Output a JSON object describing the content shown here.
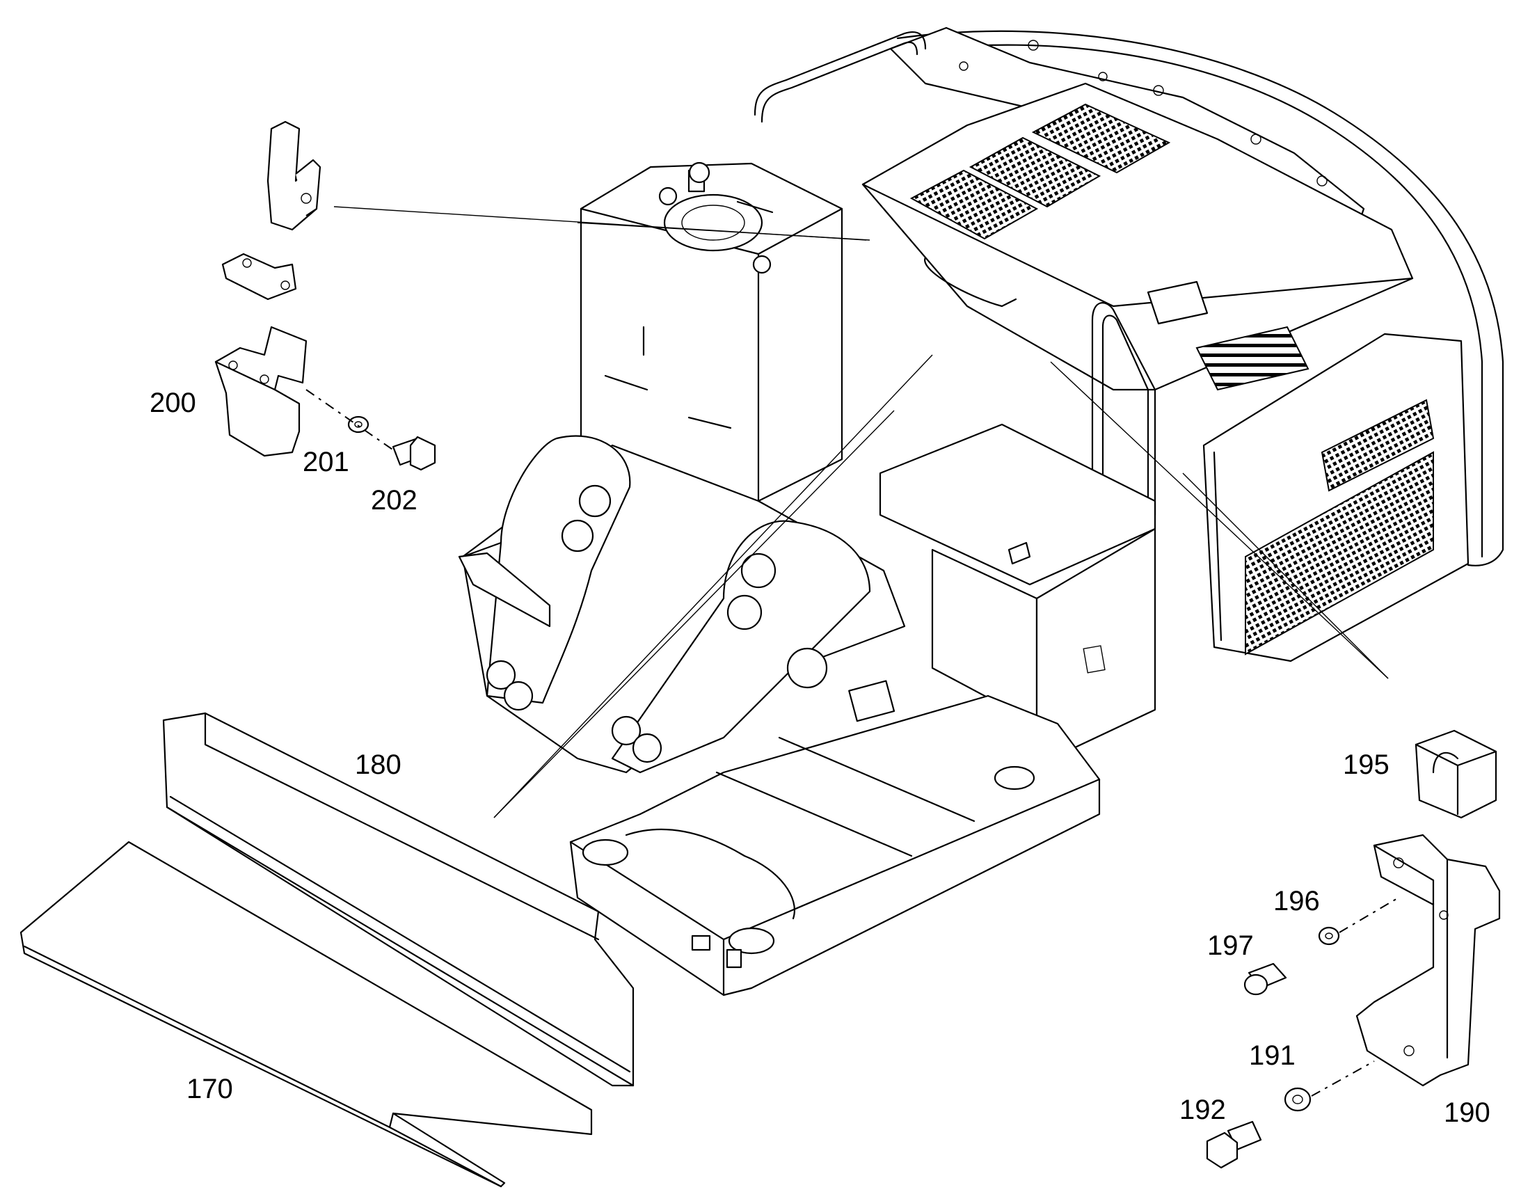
{
  "part_labels": {
    "p170": "170",
    "p180": "180",
    "p190": "190",
    "p191": "191",
    "p192": "192",
    "p195": "195",
    "p196": "196",
    "p197": "197",
    "p200": "200",
    "p201": "201",
    "p202": "202"
  }
}
